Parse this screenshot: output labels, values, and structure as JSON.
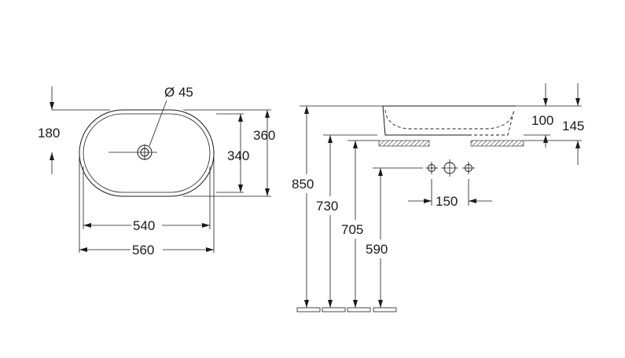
{
  "plan_view": {
    "drain_label": "Ø 45",
    "dim_depth_offset": "180",
    "dim_inner_height": "340",
    "dim_outer_height": "360",
    "dim_inner_width": "540",
    "dim_outer_width": "560"
  },
  "side_view": {
    "dim_rim_height": "850",
    "dim_top_height": "730",
    "dim_counter_height": "705",
    "dim_tap_height": "590",
    "dim_bowl_height": "100",
    "dim_total_height": "145",
    "dim_tap_spacing": "150"
  }
}
